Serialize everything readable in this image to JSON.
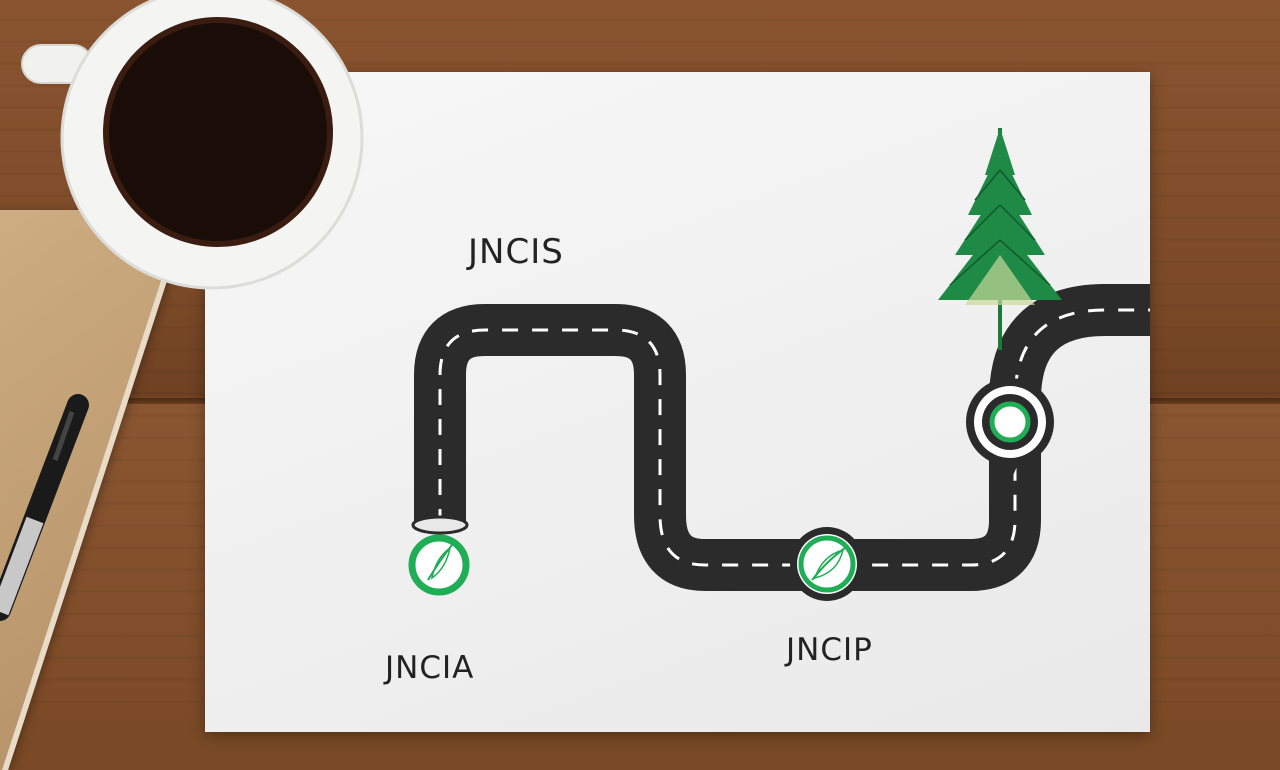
{
  "labels": {
    "stage_1": "JNCIA",
    "stage_2": "JNCIS",
    "stage_3": "JNCIP"
  },
  "colors": {
    "road": "#2b2b2b",
    "road_dash": "#ffffff",
    "accent_green": "#1fae55",
    "paper": "#f3f3f3",
    "coffee": "#1a0d08",
    "cup": "#f4f4f2",
    "tree": "#1f7a3a"
  },
  "icons": {
    "marker_1": "leaf-icon",
    "marker_2": "leaf-icon",
    "marker_3": "ring-icon",
    "tree": "pine-tree-icon"
  }
}
